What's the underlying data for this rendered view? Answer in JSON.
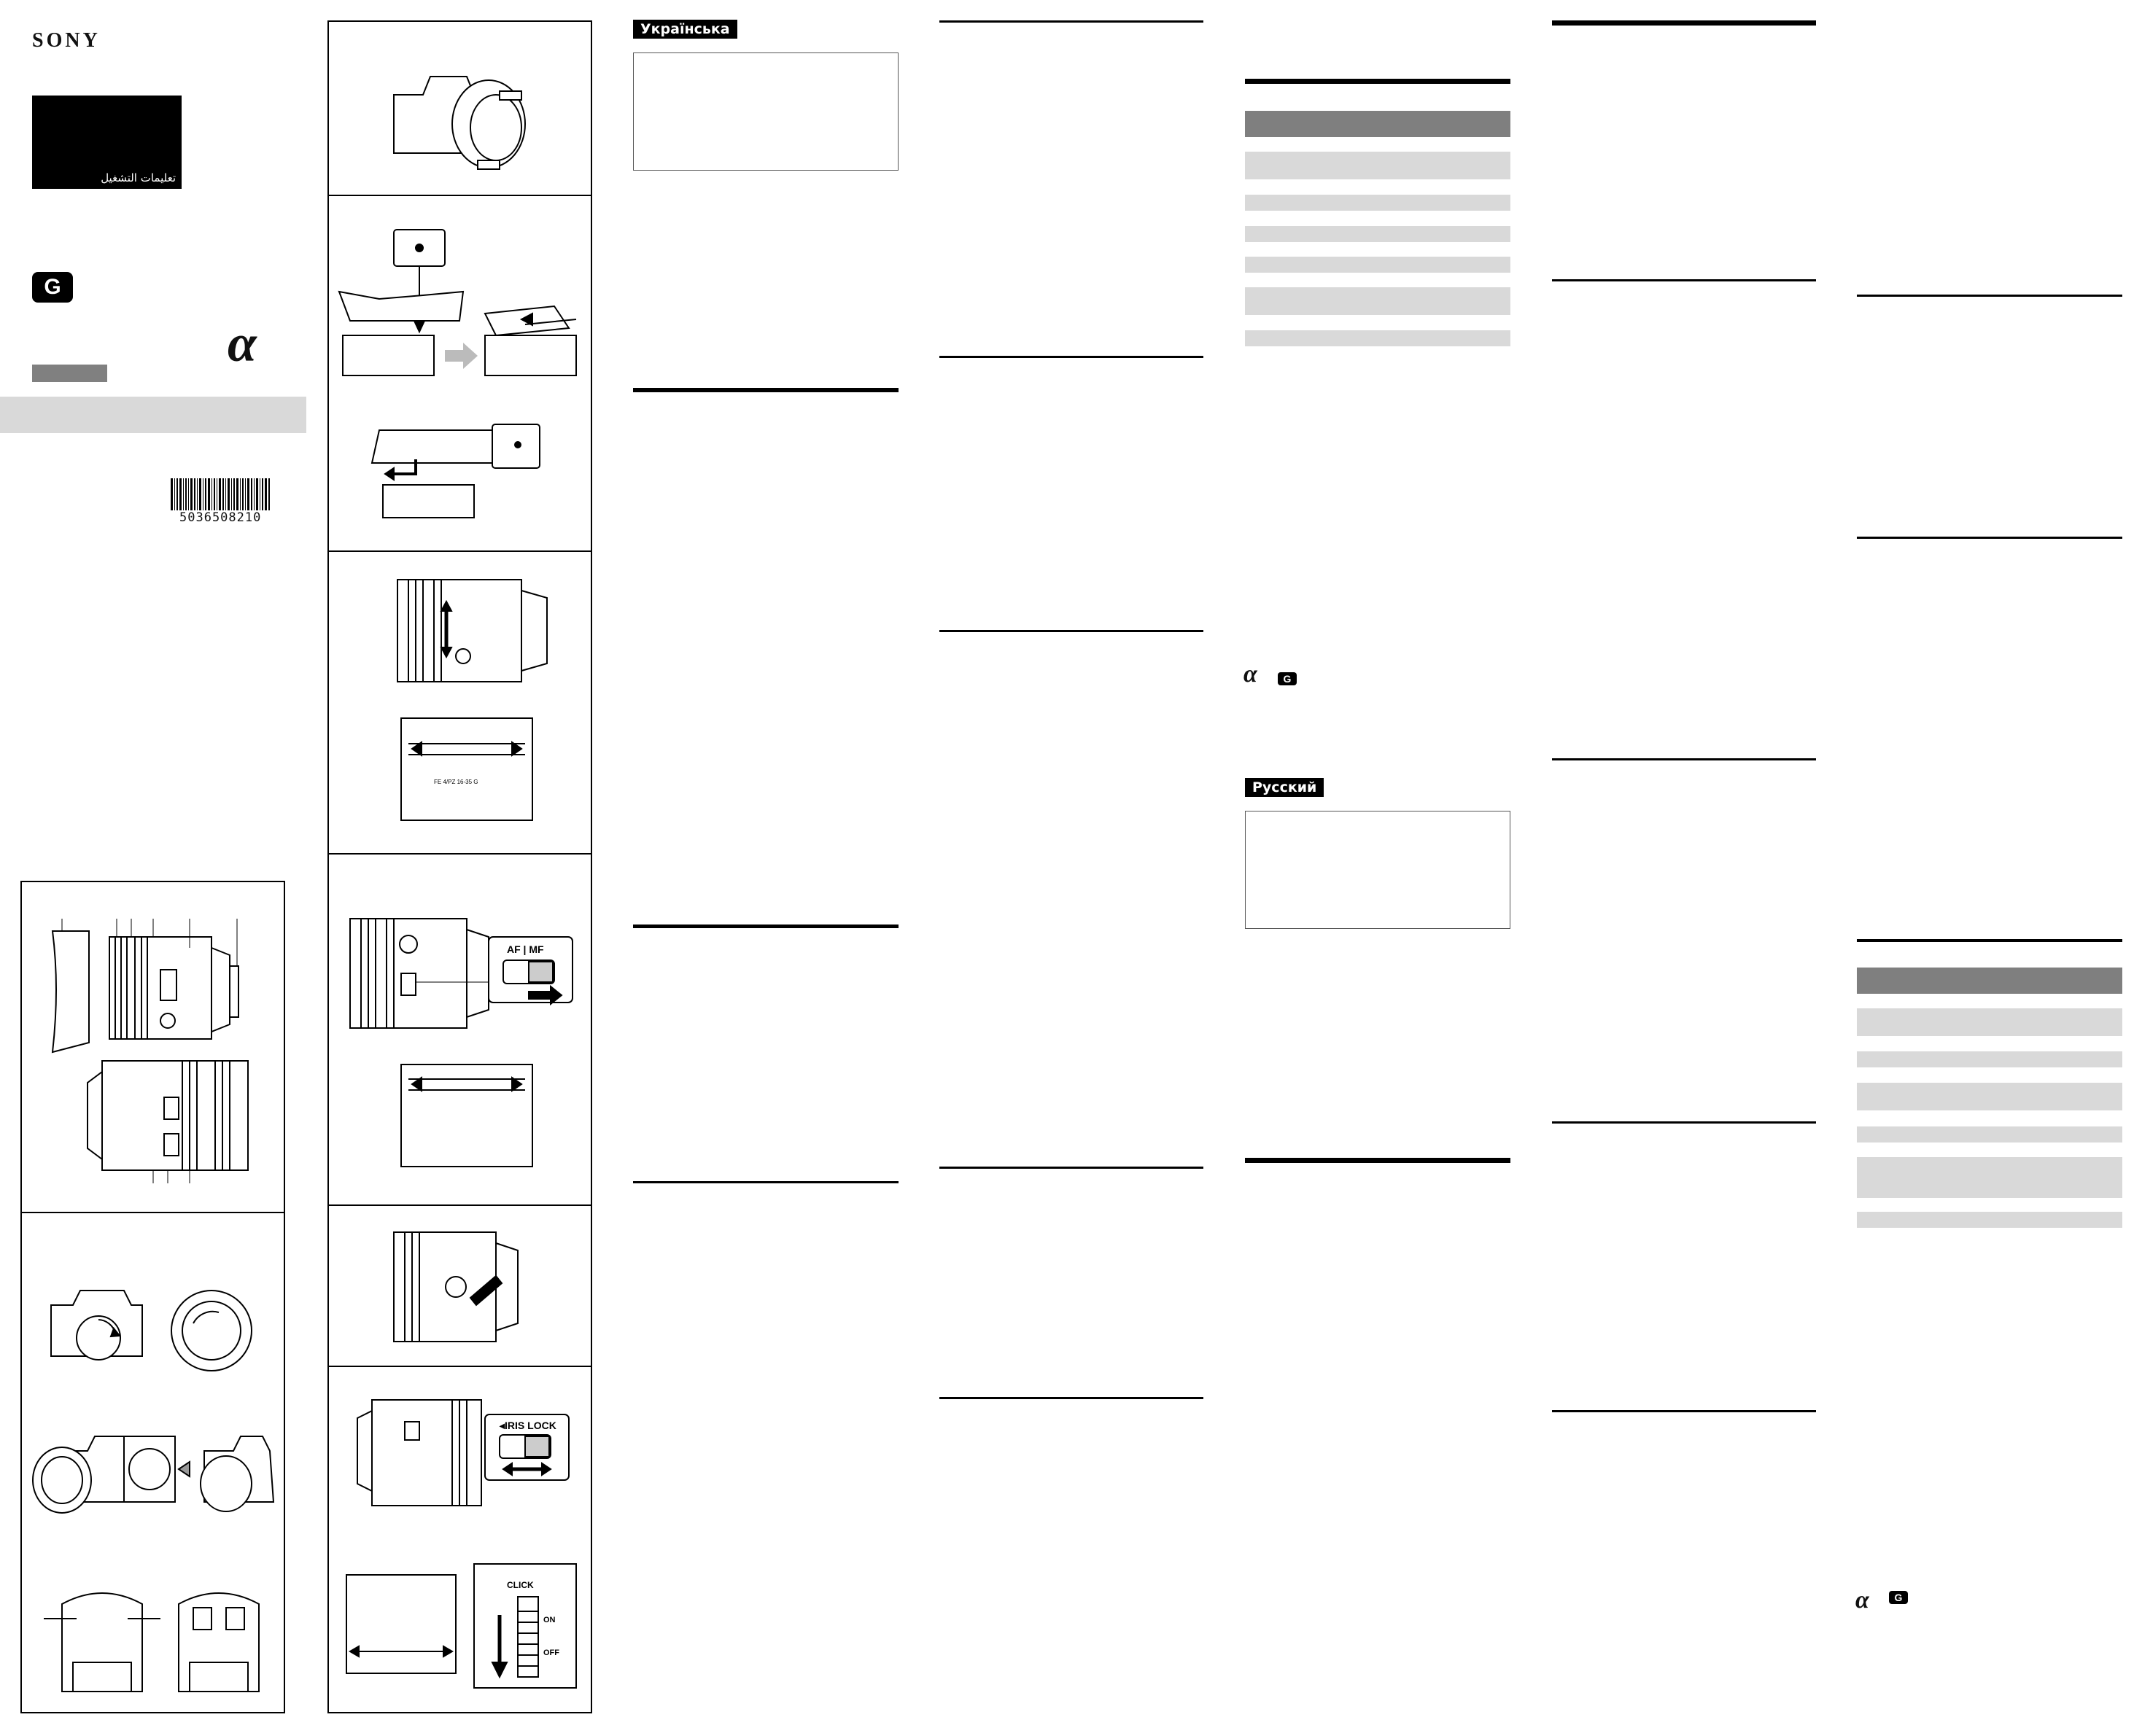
{
  "cover": {
    "brand": "SONY",
    "arabic_title": "تعليمات التشغيل",
    "g_badge": "G",
    "alpha_logo": "α",
    "barcode_number": "5036508210"
  },
  "panels": {
    "af_mf_label": "AF | MF",
    "iris_lock_label": "◂IRIS LOCK",
    "click_label": "CLICK",
    "on_label": "ON",
    "off_label": "OFF",
    "lens_model": "FE 4/PZ 16-35 G"
  },
  "sections": {
    "ukrainian_label": "Українська",
    "russian_label": "Русский"
  },
  "brand_marks": {
    "alpha": "α",
    "g": "G"
  },
  "icons": {
    "arrow": "arrow-icon",
    "lens": "lens-icon",
    "camera": "camera-icon",
    "barcode": "barcode-icon"
  }
}
